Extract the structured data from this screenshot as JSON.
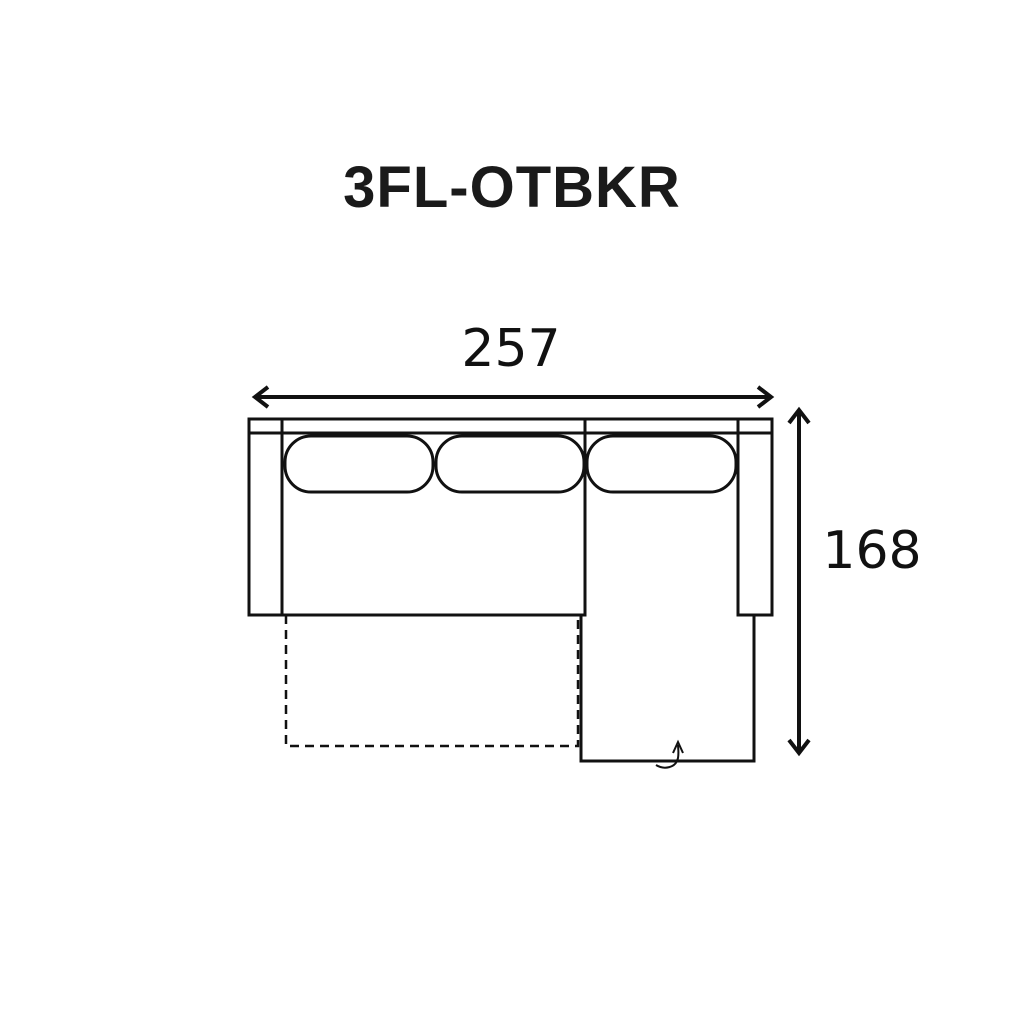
{
  "title": "3FL-OTBKR",
  "dimensions": {
    "width": "257",
    "depth": "168"
  },
  "colors": {
    "line": "#111111",
    "background": "#ffffff"
  }
}
